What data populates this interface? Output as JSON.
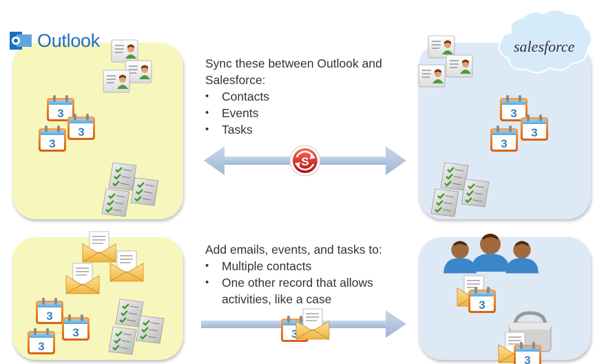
{
  "branding": {
    "outlook_name": "Outlook",
    "salesforce_name": "salesforce",
    "outlook_blue": "#1f6fc1",
    "salesforce_cloud": "#d6ebfa"
  },
  "sync_section": {
    "heading": "Sync these between Outlook and Salesforce:",
    "items": [
      "Contacts",
      "Events",
      "Tasks"
    ]
  },
  "add_section": {
    "heading": "Add emails, events, and tasks to:",
    "items": [
      "Multiple contacts",
      "One other record that allows activities, like a case"
    ]
  },
  "icons": {
    "contact_card": "contact-card-icon",
    "calendar": "calendar-icon",
    "calendar_day": "3",
    "task_list": "task-checklist-icon",
    "email": "email-envelope-icon",
    "sync_badge": "sync-icon",
    "people": "people-group-icon",
    "case": "briefcase-icon"
  }
}
